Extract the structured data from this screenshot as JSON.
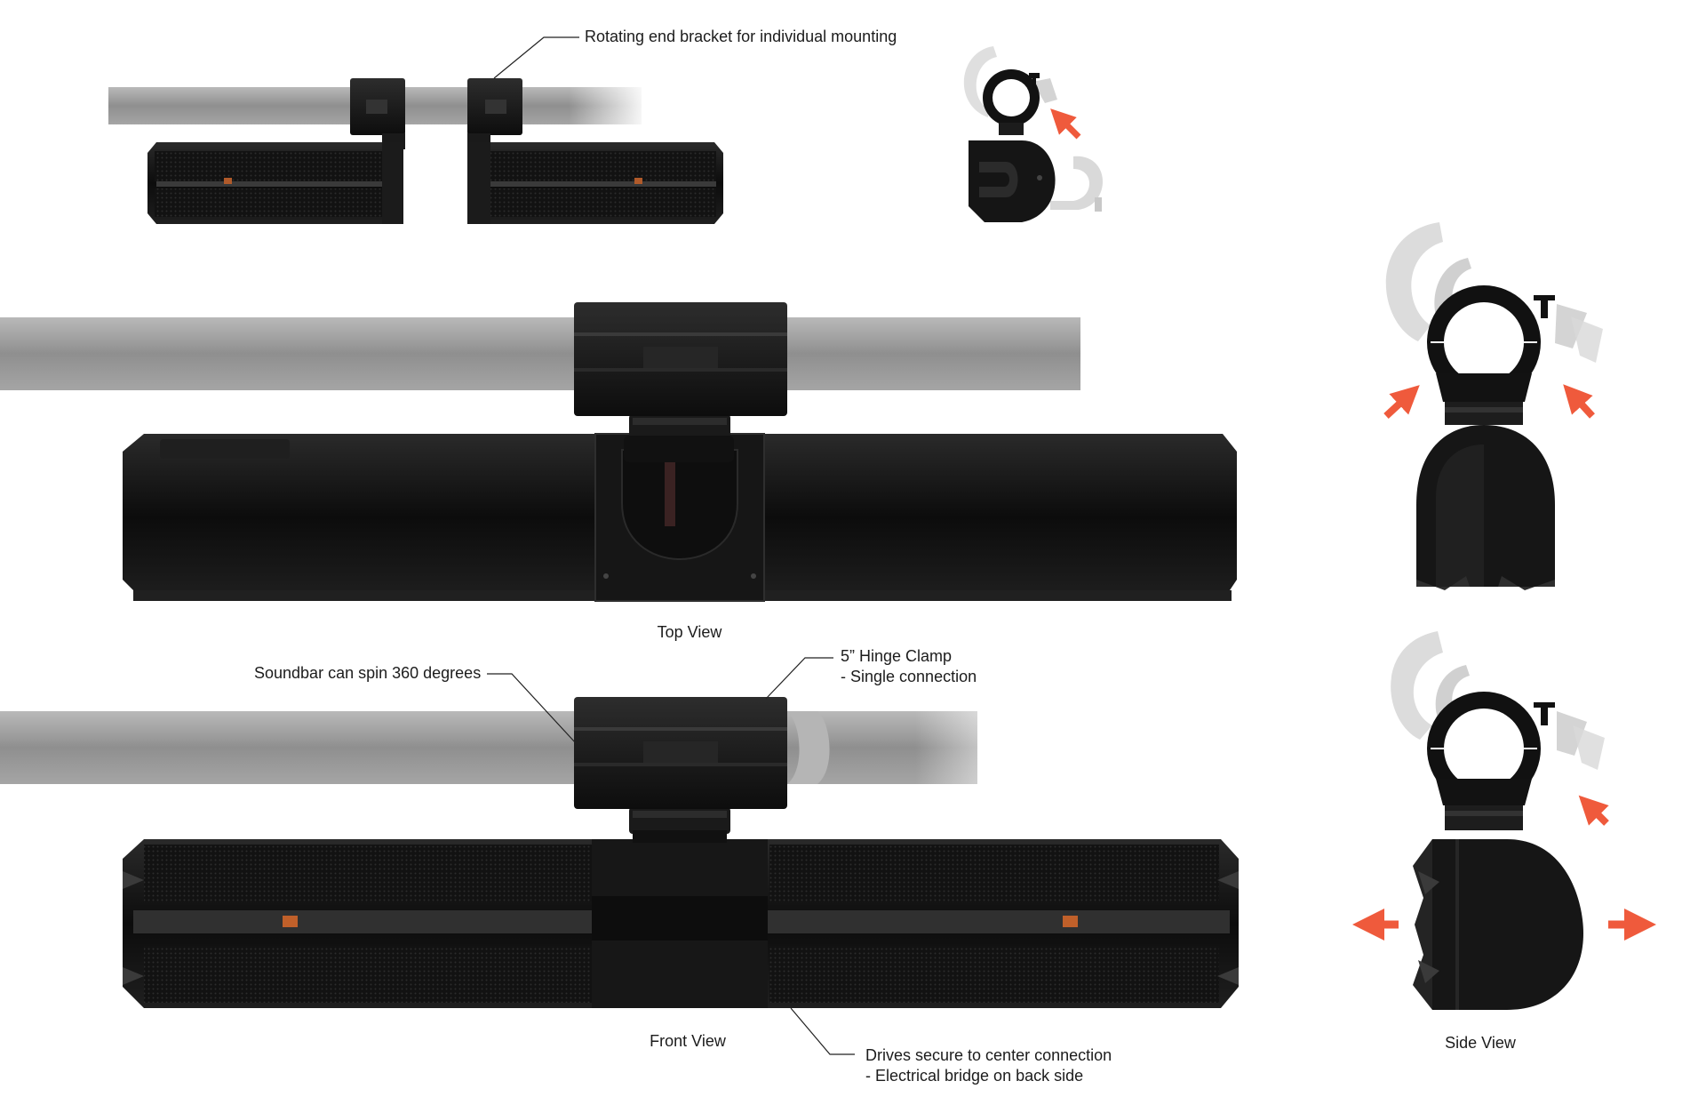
{
  "callouts": {
    "end_bracket": "Rotating end bracket for individual mounting",
    "spin": "Soundbar can spin 360 degrees",
    "hinge_clamp_line1": "5” Hinge Clamp",
    "hinge_clamp_line2": "- Single connection",
    "drives_line1": "Drives secure to center connection",
    "drives_line2": "- Electrical bridge on back side"
  },
  "view_labels": {
    "top": "Top View",
    "front": "Front View",
    "side": "Side View"
  },
  "colors": {
    "background": "#ffffff",
    "tube": "#9a9a9a",
    "housing": "#151515",
    "arrow": "#ef5a3c",
    "label_text": "#1c1c1c"
  }
}
